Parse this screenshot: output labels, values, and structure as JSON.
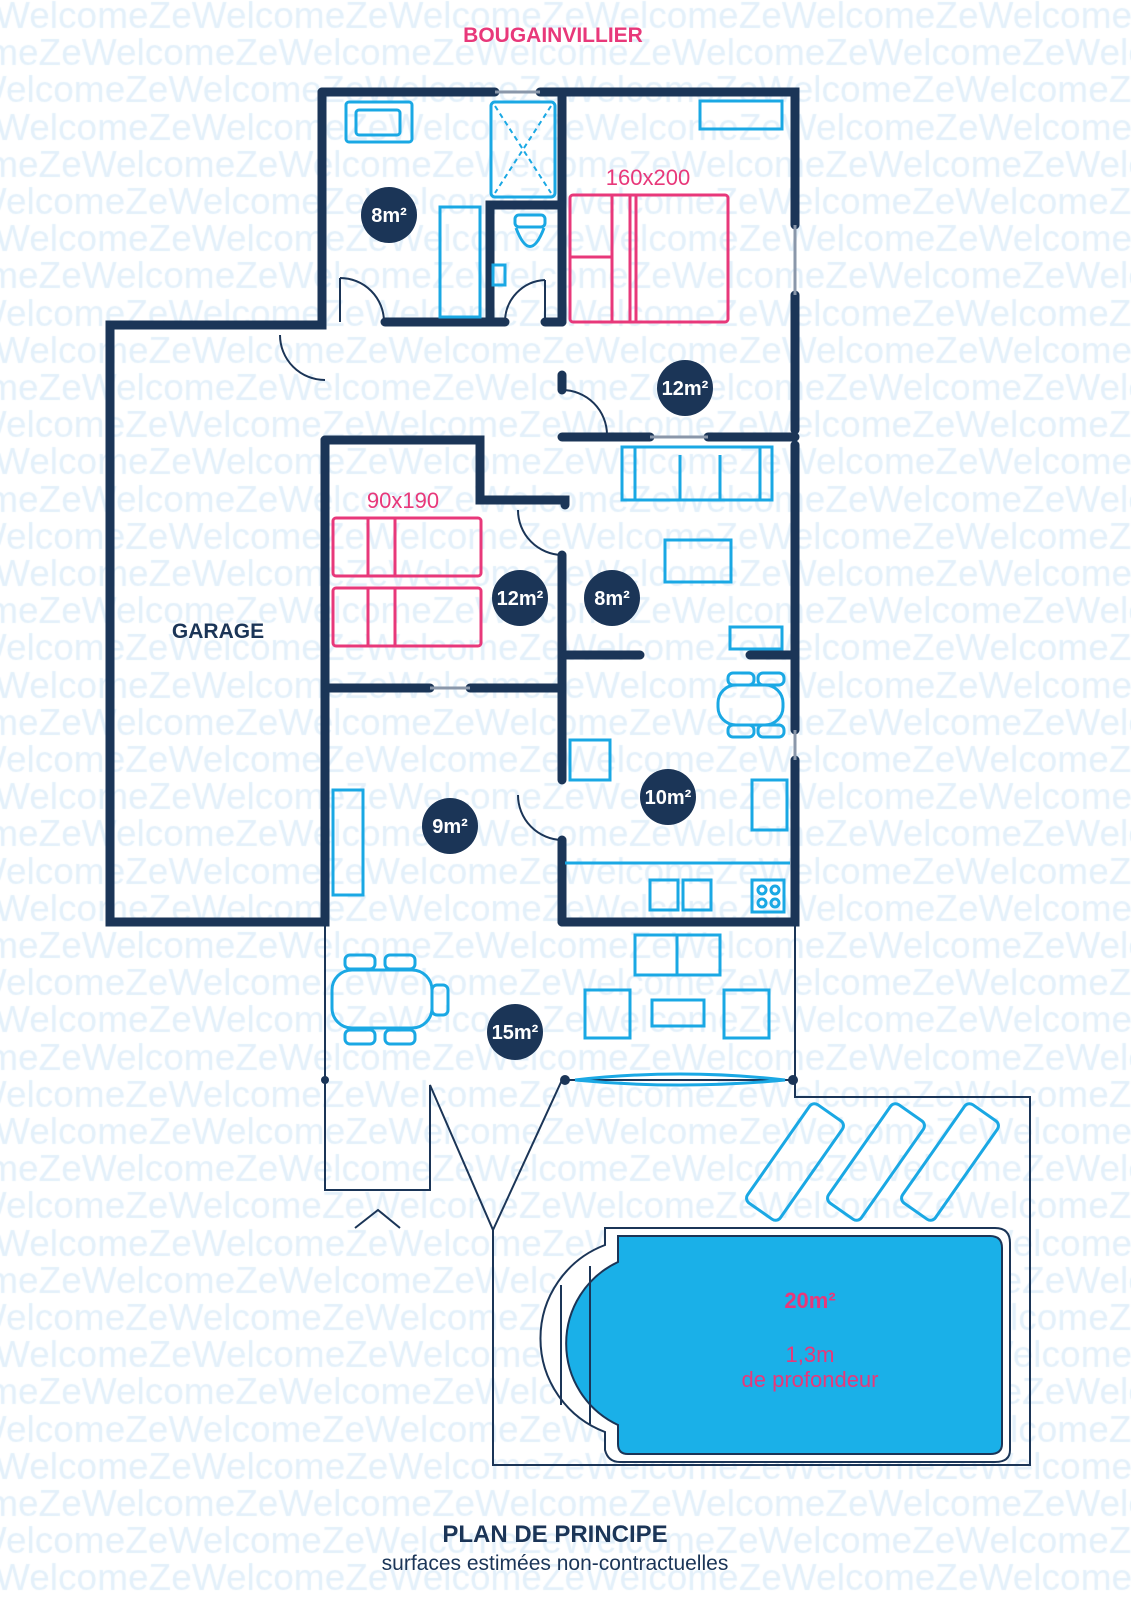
{
  "watermark": "WelcomeZe",
  "labels": {
    "top": "BOUGAINVILLIER",
    "garage": "GARAGE",
    "bed_large": "160x200",
    "bed_small": "90x190",
    "title": "PLAN DE PRINCIPE",
    "subtitle": "surfaces estimées non-contractuelles"
  },
  "rooms": {
    "bathroom": "8m²",
    "bedroom1": "12m²",
    "bedroom2": "12m²",
    "living": "8m²",
    "bedroom3": "9m²",
    "kitchen": "10m²",
    "terrace": "15m²"
  },
  "pool": {
    "area": "20m²",
    "depth": "1,3m",
    "depth_label": "de profondeur"
  },
  "colors": {
    "wall": "#1b3557",
    "furniture": "#1aa8e4",
    "bed": "#e8387a",
    "pool": "#1ab0e8"
  }
}
